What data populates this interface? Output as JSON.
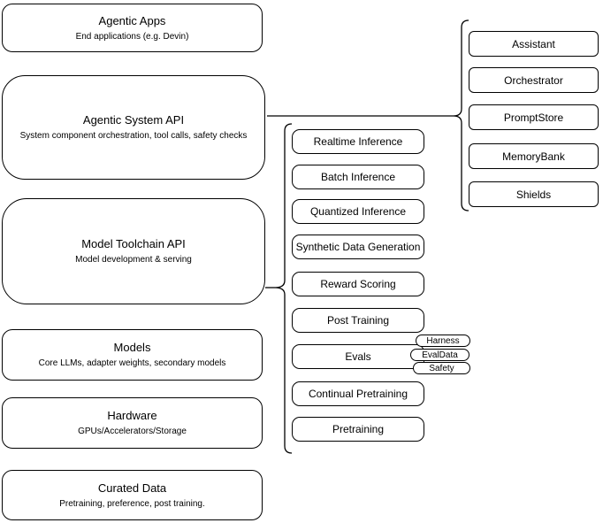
{
  "diagram": {
    "left_stack": [
      {
        "title": "Agentic Apps",
        "subtitle": "End applications (e.g. Devin)"
      },
      {
        "title": "Agentic System API",
        "subtitle": "System component orchestration, tool calls, safety checks"
      },
      {
        "title": "Model Toolchain API",
        "subtitle": "Model development & serving"
      },
      {
        "title": "Models",
        "subtitle": "Core LLMs, adapter weights, secondary models"
      },
      {
        "title": "Hardware",
        "subtitle": "GPUs/Accelerators/Storage"
      },
      {
        "title": "Curated Data",
        "subtitle": "Pretraining, preference, post training."
      }
    ],
    "toolchain_items": [
      {
        "label": "Realtime Inference"
      },
      {
        "label": "Batch Inference"
      },
      {
        "label": "Quantized Inference"
      },
      {
        "label": "Synthetic Data Generation"
      },
      {
        "label": "Reward Scoring"
      },
      {
        "label": "Post Training"
      },
      {
        "label": "Evals"
      },
      {
        "label": "Continual Pretraining"
      },
      {
        "label": "Pretraining"
      }
    ],
    "eval_tags": [
      {
        "label": "Harness"
      },
      {
        "label": "EvalData"
      },
      {
        "label": "Safety"
      }
    ],
    "system_components": [
      {
        "label": "Assistant"
      },
      {
        "label": "Orchestrator"
      },
      {
        "label": "PromptStore"
      },
      {
        "label": "MemoryBank"
      },
      {
        "label": "Shields"
      }
    ],
    "colors": {
      "stroke": "#000000",
      "background": "#ffffff",
      "text": "#000000"
    }
  }
}
